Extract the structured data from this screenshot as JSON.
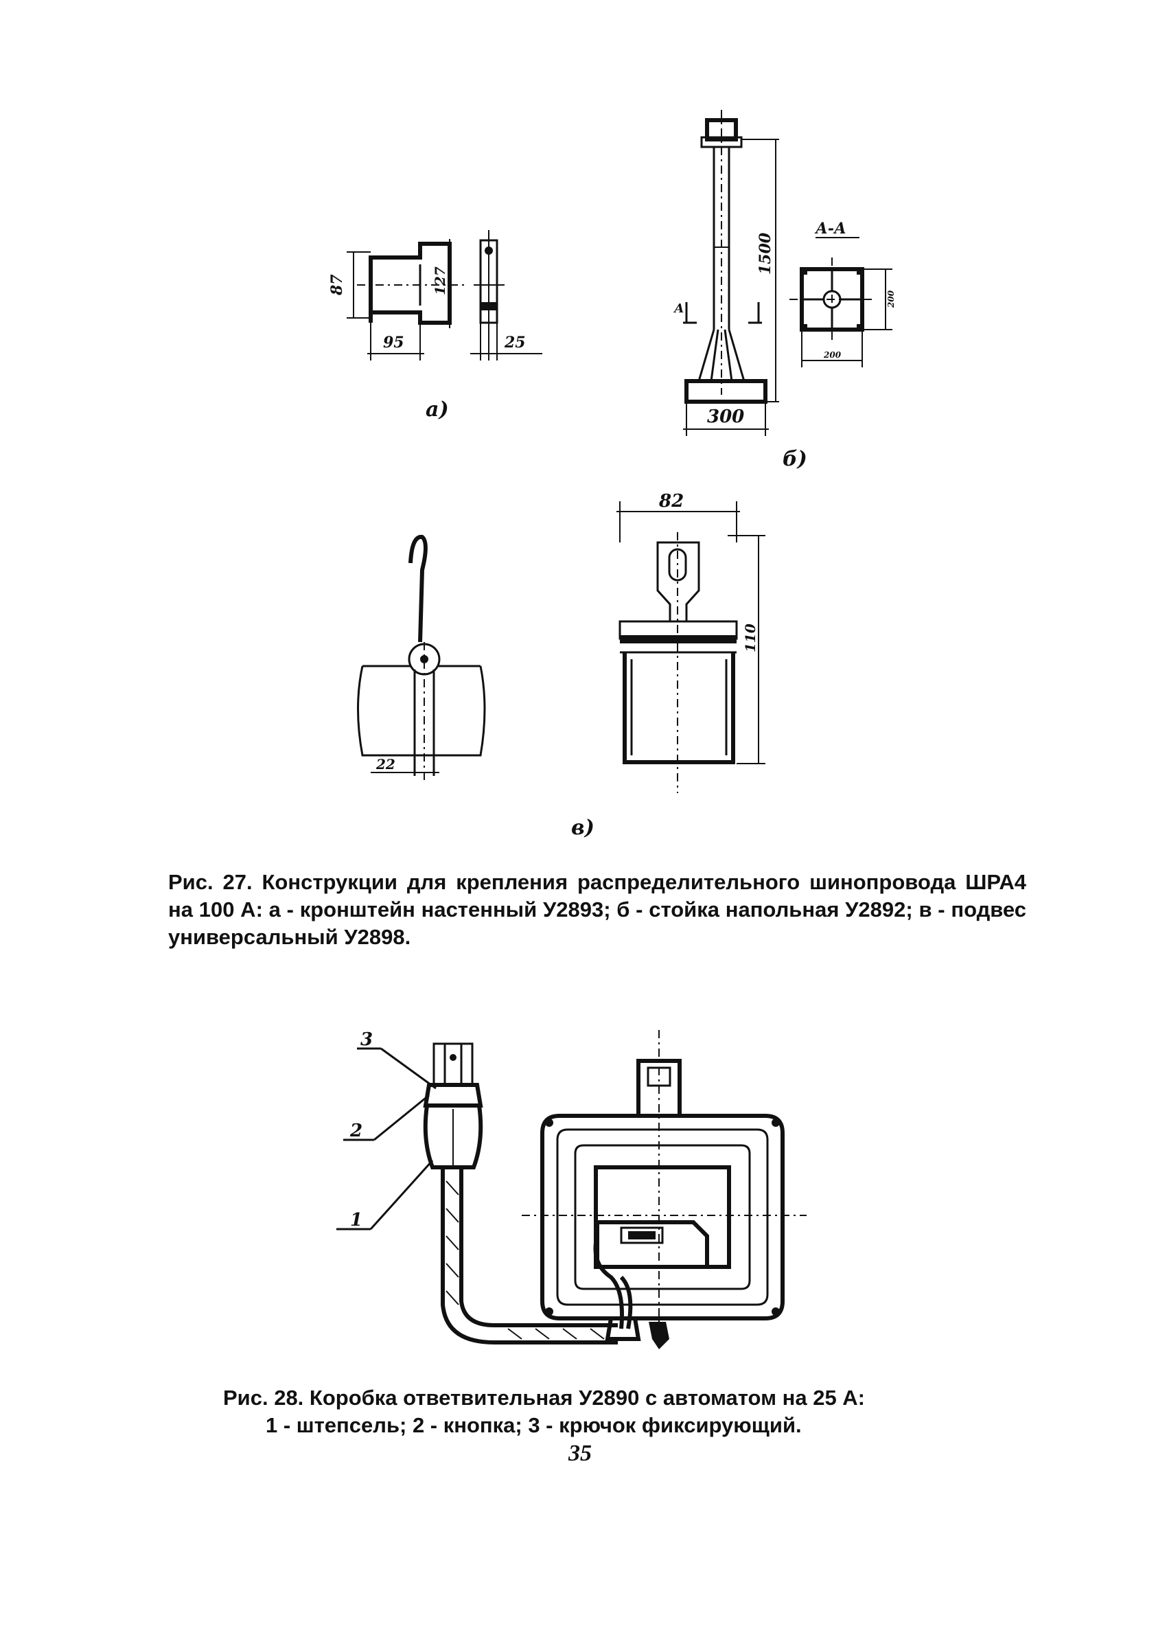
{
  "figure27": {
    "part_a": {
      "label": "а)",
      "dims": {
        "height_left": "87",
        "height_right": "127",
        "width": "95",
        "thickness": "25"
      }
    },
    "part_b": {
      "label": "б)",
      "dims": {
        "height": "1500",
        "base": "300",
        "section_label": "А-А",
        "cut_mark": "А",
        "sec_w": "200",
        "sec_h": "200"
      }
    },
    "part_v": {
      "label": "в)",
      "dims": {
        "width": "82",
        "height": "110",
        "hook_w": "22"
      }
    },
    "caption": "Рис. 27. Конструкции для крепления распределительного шинопровода ШРА4 на 100 А: а - кронштейн настенный У2893; б - стойка напольная У2892; в - подвес универсальный У2898."
  },
  "figure28": {
    "callouts": [
      "3",
      "2",
      "1"
    ],
    "caption_line1": "Рис. 28. Коробка ответвительная У2890 с автоматом на 25 А:",
    "caption_line2": "1 - штепсель; 2 - кнопка; 3 - крючок фиксирующий."
  },
  "page_number": "35"
}
